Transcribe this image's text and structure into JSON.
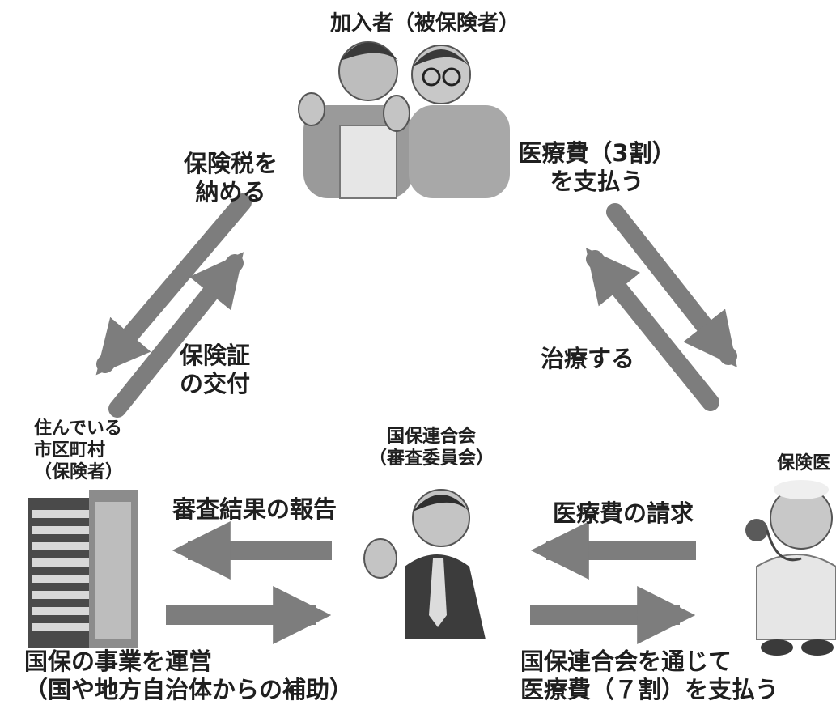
{
  "nodes": {
    "insured": {
      "label": "加入者（被保険者）"
    },
    "municipality": {
      "lines": [
        "住んでいる",
        "市区町村",
        "（保険者）"
      ]
    },
    "federation": {
      "lines": [
        "国保連合会",
        "（審査委員会）"
      ]
    },
    "doctor": {
      "label": "保険医"
    }
  },
  "flows": {
    "pay_tax": {
      "lines": [
        "保険税を",
        "納める"
      ]
    },
    "issue_card": {
      "lines": [
        "保険証",
        "の交付"
      ]
    },
    "pay_medical": {
      "lines": [
        "医療費（3割）",
        "を支払う"
      ]
    },
    "treat": {
      "label": "治療する"
    },
    "report": {
      "label": "審査結果の報告"
    },
    "claim": {
      "label": "医療費の請求"
    },
    "operate": {
      "lines": [
        "国保の事業を運営",
        "（国や地方自治体からの補助）"
      ]
    },
    "pay_via": {
      "lines": [
        "国保連合会を通じて",
        "医療費（７割）を支払う"
      ]
    }
  },
  "colors": {
    "arrow": "#7d7d7d",
    "text": "#1f1f1f",
    "background": "#ffffff"
  }
}
